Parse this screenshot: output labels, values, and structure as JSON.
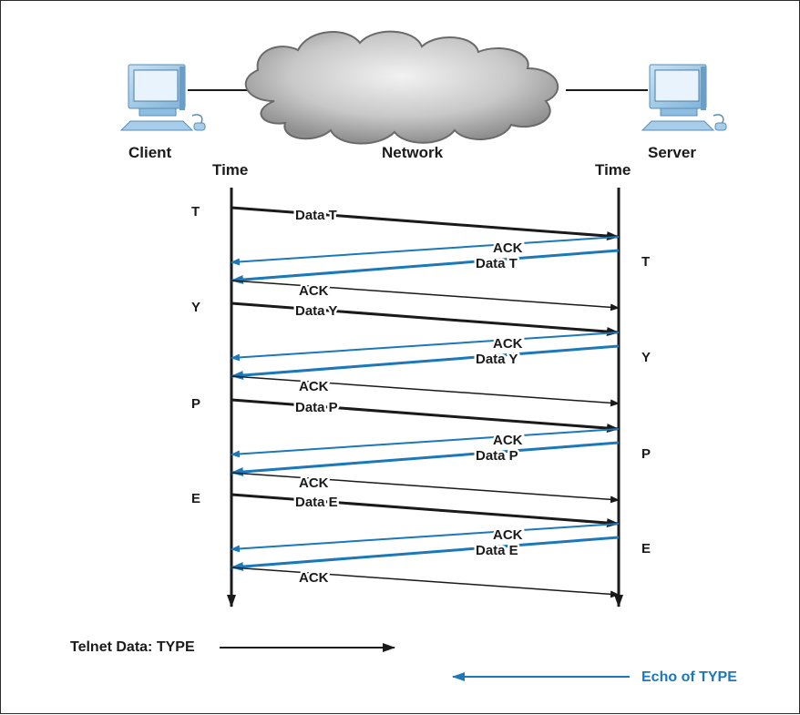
{
  "header": {
    "client_label": "Client",
    "network_label": "Network",
    "server_label": "Server"
  },
  "timelines": {
    "client_time_label": "Time",
    "server_time_label": "Time"
  },
  "keystrokes": [
    {
      "client_char": "T",
      "server_char": "T",
      "data_label": "Data T",
      "echo_label": "Data T",
      "ack_label": "ACK"
    },
    {
      "client_char": "Y",
      "server_char": "Y",
      "data_label": "Data Y",
      "echo_label": "Data Y",
      "ack_label": "ACK"
    },
    {
      "client_char": "P",
      "server_char": "P",
      "data_label": "Data P",
      "echo_label": "Data P",
      "ack_label": "ACK"
    },
    {
      "client_char": "E",
      "server_char": "E",
      "data_label": "Data E",
      "echo_label": "Data E",
      "ack_label": "ACK"
    }
  ],
  "legend": {
    "telnet_data_label": "Telnet Data: TYPE",
    "echo_label": "Echo of TYPE"
  },
  "colors": {
    "data_arrow": "#1a1a1a",
    "echo_arrow": "#1c78b9",
    "line": "#1a1a1a"
  }
}
